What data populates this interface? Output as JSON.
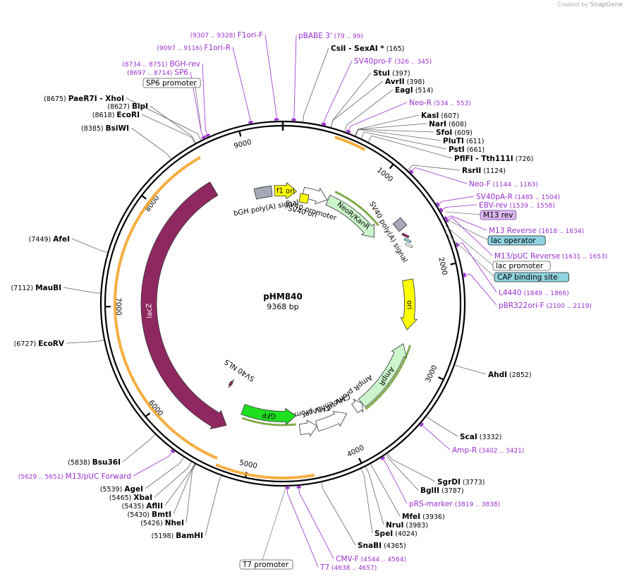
{
  "credit": {
    "prefix": "Created by",
    "brand": "SnapGene"
  },
  "plasmid": {
    "name": "pHM840",
    "length_label": "9368 bp",
    "length": 9368
  },
  "ticks": [
    {
      "pos": 1000,
      "label": "1000"
    },
    {
      "pos": 2000,
      "label": "2000"
    },
    {
      "pos": 3000,
      "label": "3000"
    },
    {
      "pos": 4000,
      "label": "4000"
    },
    {
      "pos": 5000,
      "label": "5000"
    },
    {
      "pos": 6000,
      "label": "6000"
    },
    {
      "pos": 7000,
      "label": "7000"
    },
    {
      "pos": 8000,
      "label": "8000"
    },
    {
      "pos": 9000,
      "label": "9000"
    }
  ],
  "colors": {
    "enzyme": "#000000",
    "primer": "#9a2fd1",
    "backbone": "#000000"
  },
  "features": [
    {
      "name": "f1 ori",
      "start": 9260,
      "end": 9550,
      "color": "#ffff00",
      "r": 160,
      "dir": 1,
      "label": "f1 ori",
      "inside": true
    },
    {
      "name": "SV40 promoter",
      "start": 9640,
      "end": 9970,
      "color": "#ffffff",
      "r": 160,
      "dir": 1,
      "label": "SV40 promoter",
      "inside": false
    },
    {
      "name": "NeoR/KanR",
      "start": 9980,
      "end": 10775,
      "color": "#ccf5cc",
      "r": 160,
      "dir": 1,
      "label": "NeoR/KanR",
      "inside": true
    },
    {
      "name": "bGH poly(A) signal",
      "start": 9000,
      "end": 9222,
      "color": "#a5a9b6",
      "r": 160,
      "dir": 0,
      "label": "bGH poly(A) signal",
      "inside": false
    },
    {
      "name": "ori",
      "start": 11430,
      "end": 12019,
      "color": "#ffff00",
      "r": 180,
      "dir": 1,
      "label": "ori",
      "inside": true
    },
    {
      "name": "AmpR",
      "start": 12190,
      "end": 13050,
      "color": "#ccf5cc",
      "r": 180,
      "dir": -1,
      "label": "AmpR",
      "inside": true
    },
    {
      "name": "AmpR promoter",
      "start": 13050,
      "end": 13155,
      "color": "#ffffff",
      "r": 180,
      "dir": -1,
      "label": "AmpR promoter",
      "inside": false
    },
    {
      "name": "CMV enhancer",
      "start": 13265,
      "end": 13645,
      "color": "#ffffff",
      "r": 180,
      "dir": -1,
      "label": "CMV enhancer",
      "inside": false
    },
    {
      "name": "CMV promoter",
      "start": 13645,
      "end": 13850,
      "color": "#ffffff",
      "r": 180,
      "dir": -1,
      "label": "CMV promoter",
      "inside": false
    },
    {
      "name": "GFP",
      "start": 13880,
      "end": 14590,
      "color": "#1ee01e",
      "r": 160,
      "dir": -1,
      "label": "GFP",
      "inside": true
    },
    {
      "name": "lacZ",
      "start": 14700,
      "end": 17930,
      "color": "#8f2861",
      "r": 190,
      "dir": -1,
      "label": "lacZ",
      "inside": true
    },
    {
      "name": "SV40 NLS",
      "start": 14890,
      "end": 14930,
      "color": "#8f2861",
      "r": 135,
      "dir": -1,
      "label": "SV40 NLS",
      "inside": false
    }
  ],
  "small_features": [
    {
      "name": "SV40 ori",
      "label": "SV40 ori"
    },
    {
      "name": "SV40 poly(A) signal",
      "label": "SV40 poly(A) signal"
    }
  ],
  "enzymes": [
    {
      "name": "CsiI",
      "extra": " - SexAI *",
      "pos": 165,
      "pos_label": "(165)"
    },
    {
      "name": "StuI",
      "extra": "",
      "pos": 397,
      "pos_label": "(397)"
    },
    {
      "name": "AvrII",
      "extra": "",
      "pos": 398,
      "pos_label": "(398)"
    },
    {
      "name": "EagI",
      "extra": "",
      "pos": 514,
      "pos_label": "(514)"
    },
    {
      "name": "KasI",
      "extra": "",
      "pos": 607,
      "pos_label": "(607)"
    },
    {
      "name": "NarI",
      "extra": "",
      "pos": 608,
      "pos_label": "(608)"
    },
    {
      "name": "SfoI",
      "extra": "",
      "pos": 609,
      "pos_label": "(609)"
    },
    {
      "name": "PluTI",
      "extra": "",
      "pos": 611,
      "pos_label": "(611)"
    },
    {
      "name": "PstI",
      "extra": "",
      "pos": 661,
      "pos_label": "(661)"
    },
    {
      "name": "PflFI",
      "extra": " - Tth111I",
      "pos": 726,
      "pos_label": "(726)"
    },
    {
      "name": "RsrII",
      "extra": "",
      "pos": 1124,
      "pos_label": "(1124)"
    },
    {
      "name": "AhdI",
      "extra": "",
      "pos": 2852,
      "pos_label": "(2852)"
    },
    {
      "name": "ScaI",
      "extra": "",
      "pos": 3332,
      "pos_label": "(3332)"
    },
    {
      "name": "SgrDI",
      "extra": "",
      "pos": 3773,
      "pos_label": "(3773)"
    },
    {
      "name": "BglII",
      "extra": "",
      "pos": 3787,
      "pos_label": "(3787)"
    },
    {
      "name": "MfeI",
      "extra": "",
      "pos": 3936,
      "pos_label": "(3936)"
    },
    {
      "name": "NruI",
      "extra": "",
      "pos": 3983,
      "pos_label": "(3983)"
    },
    {
      "name": "SpeI",
      "extra": "",
      "pos": 4024,
      "pos_label": "(4024)"
    },
    {
      "name": "SnaBI",
      "extra": "",
      "pos": 4365,
      "pos_label": "(4365)"
    },
    {
      "name": "BamHI",
      "extra": "",
      "pos": 5198,
      "pos_label": "(5198)"
    },
    {
      "name": "NheI",
      "extra": "",
      "pos": 5426,
      "pos_label": "(5426)"
    },
    {
      "name": "BmtI",
      "extra": "",
      "pos": 5430,
      "pos_label": "(5430)"
    },
    {
      "name": "AflII",
      "extra": "",
      "pos": 5435,
      "pos_label": "(5435)"
    },
    {
      "name": "XbaI",
      "extra": "",
      "pos": 5465,
      "pos_label": "(5465)"
    },
    {
      "name": "AgeI",
      "extra": "",
      "pos": 5539,
      "pos_label": "(5539)"
    },
    {
      "name": "Bsu36I",
      "extra": "",
      "pos": 5838,
      "pos_label": "(5838)"
    },
    {
      "name": "EcoRV",
      "extra": "",
      "pos": 6727,
      "pos_label": "(6727)"
    },
    {
      "name": "MauBI",
      "extra": "",
      "pos": 7112,
      "pos_label": "(7112)"
    },
    {
      "name": "AfeI",
      "extra": "",
      "pos": 7449,
      "pos_label": "(7449)"
    },
    {
      "name": "BsiWI",
      "extra": "",
      "pos": 8385,
      "pos_label": "(8385)"
    },
    {
      "name": "EcoRI",
      "extra": "",
      "pos": 8618,
      "pos_label": "(8618)"
    },
    {
      "name": "BlpI",
      "extra": "",
      "pos": 8627,
      "pos_label": "(8627)"
    },
    {
      "name": "PaeR7I",
      "extra": " - XhoI",
      "pos": 8675,
      "pos_label": "(8675)"
    }
  ],
  "primers": [
    {
      "name": "pBABE 3'",
      "pos": 89,
      "pos_label": "(79 .. 99)"
    },
    {
      "name": "SV40pro-F",
      "pos": 335,
      "pos_label": "(326 .. 345)"
    },
    {
      "name": "Neo-R",
      "pos": 543,
      "pos_label": "(534 .. 553)"
    },
    {
      "name": "Neo-F",
      "pos": 1153,
      "pos_label": "(1144 .. 1163)"
    },
    {
      "name": "SV40pA-R",
      "pos": 1494,
      "pos_label": "(1485 .. 1504)"
    },
    {
      "name": "EBV-rev",
      "pos": 1548,
      "pos_label": "(1539 .. 1558)"
    },
    {
      "name": "M13 Reverse",
      "pos": 1626,
      "pos_label": "(1618 .. 1634)"
    },
    {
      "name": "M13/pUC Reverse",
      "pos": 1642,
      "pos_label": "(1631 .. 1653)"
    },
    {
      "name": "L4440",
      "pos": 1857,
      "pos_label": "(1849 .. 1866)"
    },
    {
      "name": "pBR322ori-F",
      "pos": 2110,
      "pos_label": "(2100 .. 2119)"
    },
    {
      "name": "Amp-R",
      "pos": 3411,
      "pos_label": "(3402 .. 3421)"
    },
    {
      "name": "pRS-marker",
      "pos": 3828,
      "pos_label": "(3819 .. 3838)"
    },
    {
      "name": "CMV-F",
      "pos": 4554,
      "pos_label": "(4544 .. 4564)"
    },
    {
      "name": "T7",
      "pos": 4647,
      "pos_label": "(4638 .. 4657)"
    },
    {
      "name": "M13/pUC Forward",
      "pos": 5640,
      "pos_label": "(5629 .. 5651)"
    },
    {
      "name": "SP6",
      "pos": 8705,
      "pos_label": "(8697 .. 8714)"
    },
    {
      "name": "BGH-rev",
      "pos": 8742,
      "pos_label": "(8734 .. 8751)"
    },
    {
      "name": "F1ori-R",
      "pos": 9106,
      "pos_label": "(9097 .. 9116)"
    },
    {
      "name": "F1ori-F",
      "pos": 9317,
      "pos_label": "(9307 .. 9328)"
    }
  ],
  "boxed_labels": [
    {
      "name": "M13 rev",
      "fill": "#dcb8f0",
      "stroke": "#7a3aa0"
    },
    {
      "name": "lac operator",
      "fill": "#8fd3e0",
      "stroke": "#222222"
    },
    {
      "name": "lac promoter",
      "fill": "#ffffff",
      "stroke": "#555555"
    },
    {
      "name": "CAP binding site",
      "fill": "#8fd3e0",
      "stroke": "#222222"
    },
    {
      "name": "SP6 promoter",
      "fill": "#ffffff",
      "stroke": "#555555"
    },
    {
      "name": "T7 promoter",
      "fill": "#ffffff",
      "stroke": "#555555"
    }
  ]
}
